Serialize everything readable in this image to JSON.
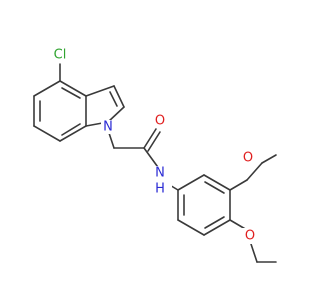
{
  "molecule": {
    "atoms": {
      "cl": {
        "label": "Cl",
        "color": "#2fa32f"
      },
      "n_indole": {
        "label": "N",
        "color": "#2a2ad4"
      },
      "o_carbonyl": {
        "label": "O",
        "color": "#e01e1e"
      },
      "n_amide": {
        "label": "N",
        "color": "#2a2ad4"
      },
      "h_amide": {
        "label": "H",
        "color": "#2a2ad4"
      },
      "o_methoxy_top": {
        "label": "O",
        "color": "#e01e1e"
      },
      "o_methoxy_bottom": {
        "label": "O",
        "color": "#e01e1e"
      }
    },
    "bond_color": "#3a3a3a"
  }
}
